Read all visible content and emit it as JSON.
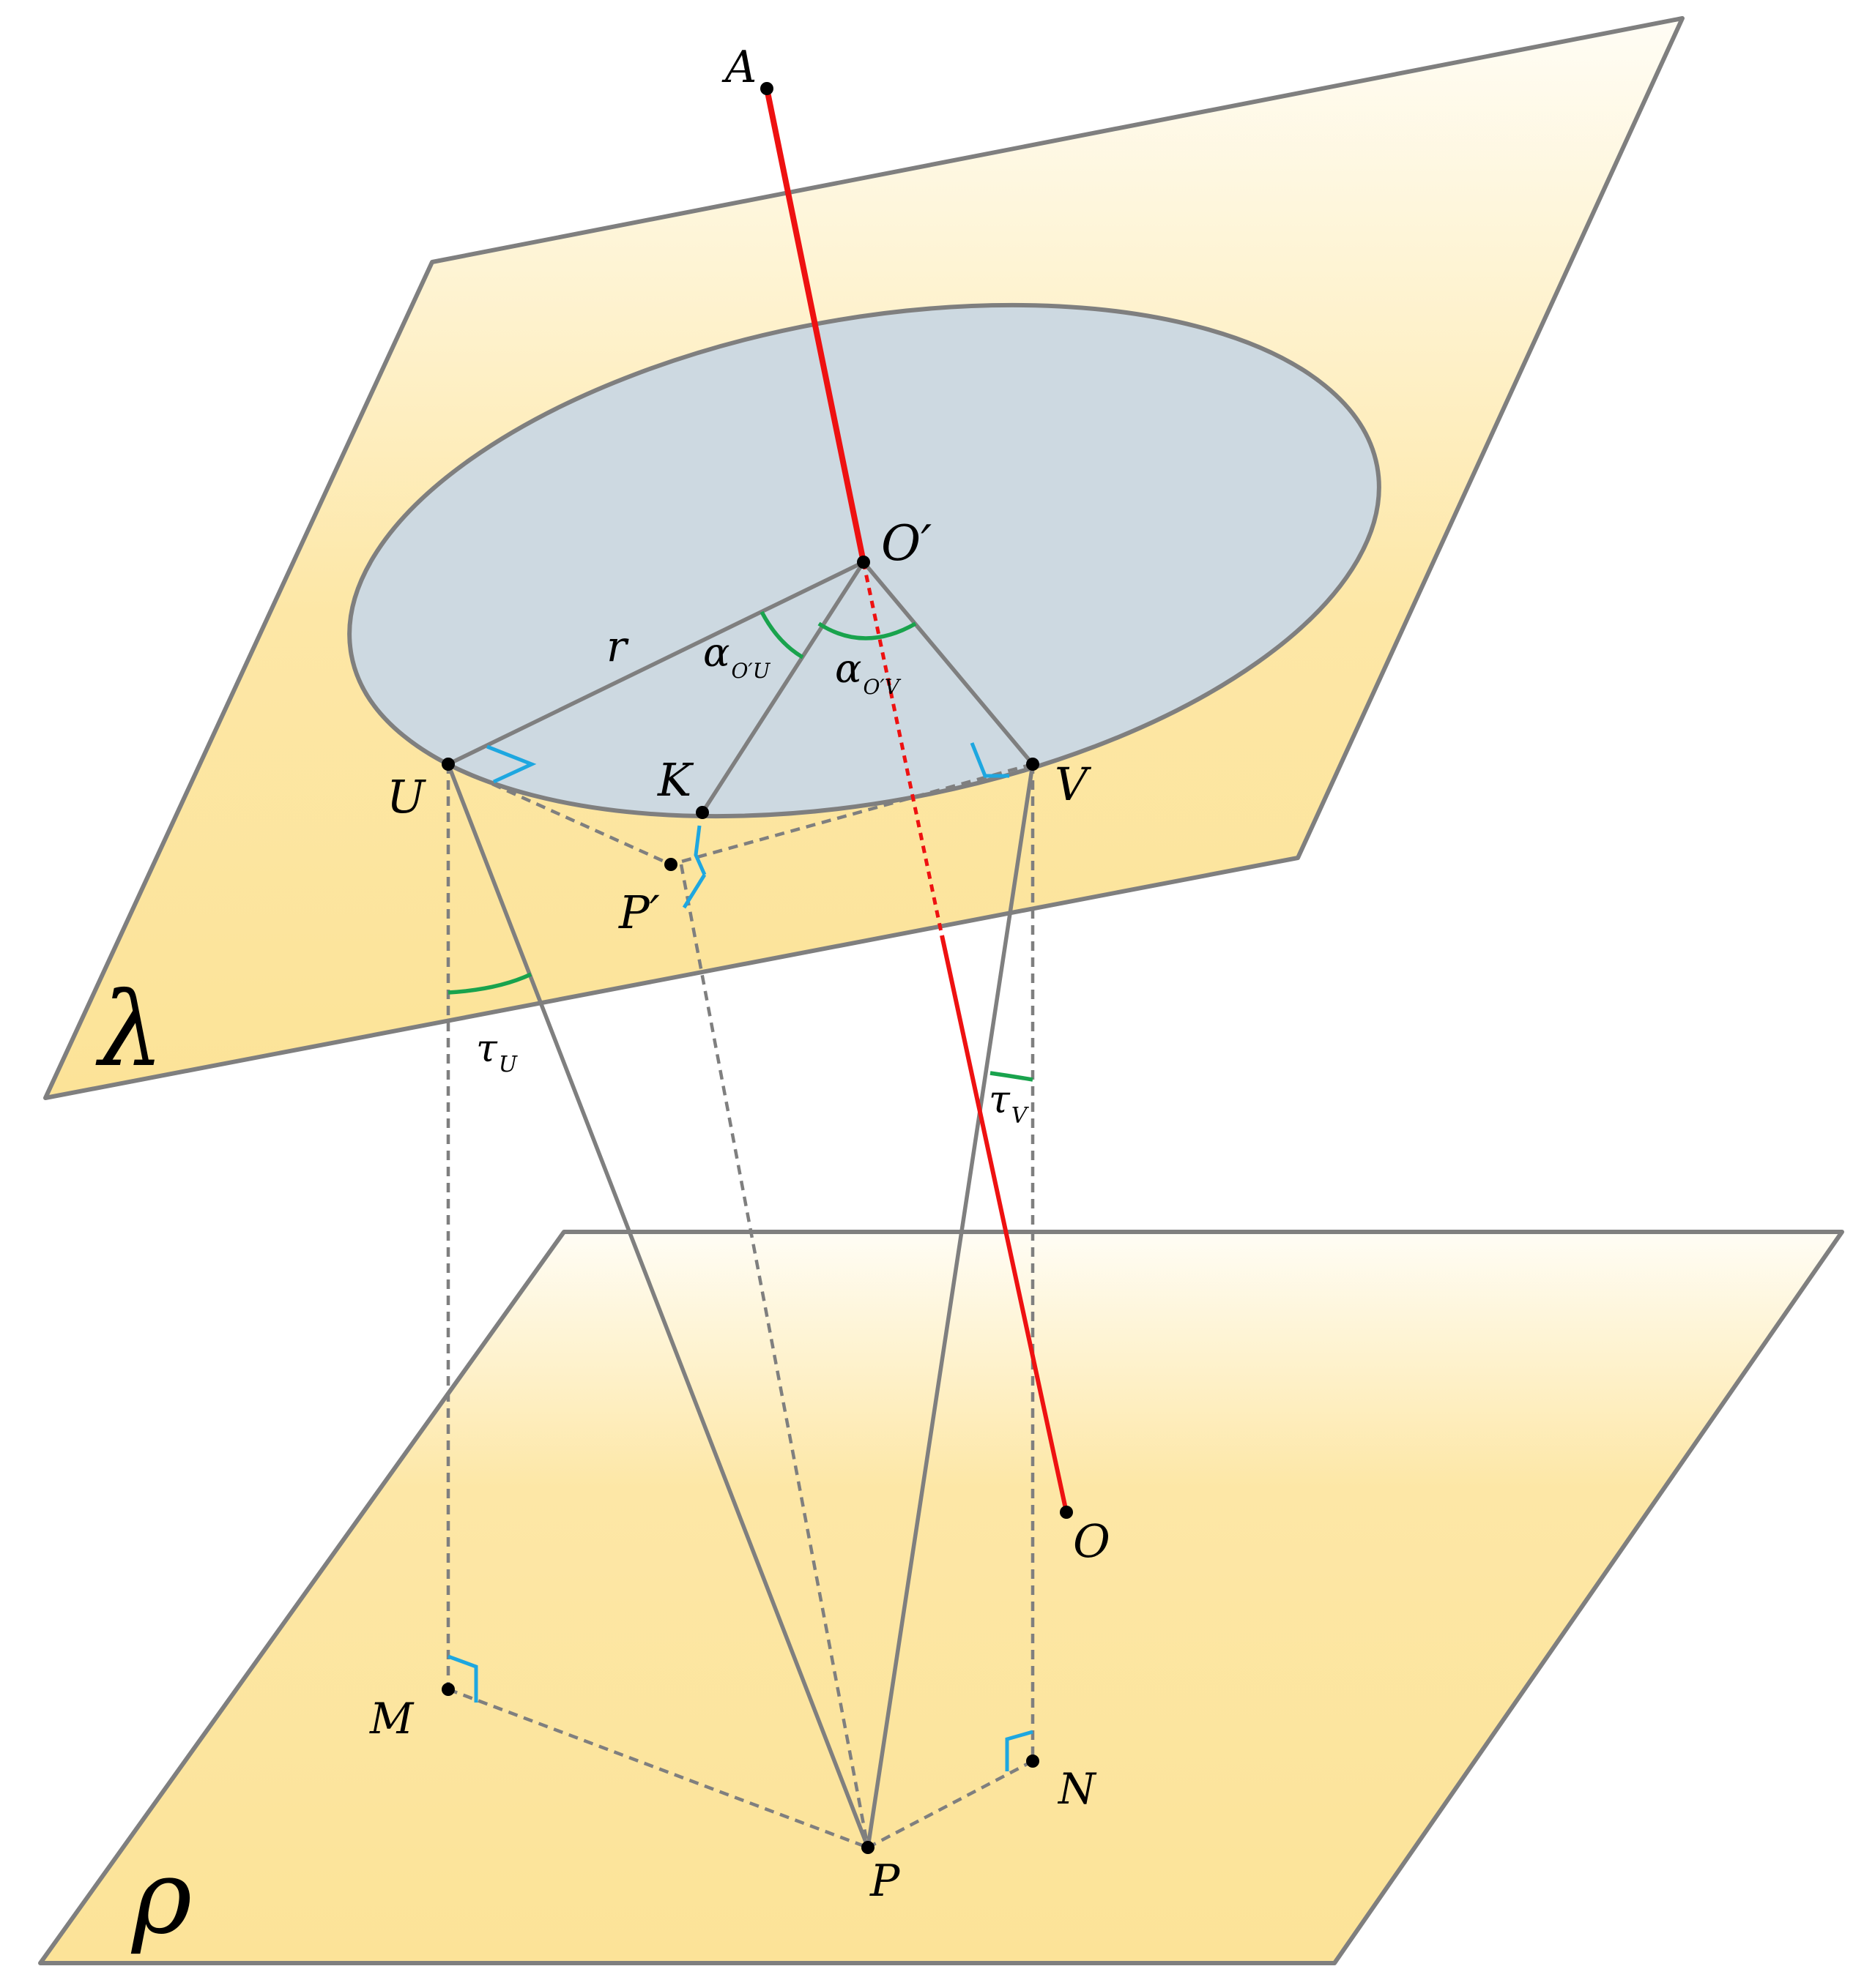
{
  "planes": {
    "upper": "λ",
    "lower": "ρ"
  },
  "points": {
    "A": "A",
    "O_prime": "O′",
    "U": "U",
    "V": "V",
    "K": "K",
    "P_prime": "P′",
    "O": "O",
    "M": "M",
    "N": "N",
    "P": "P"
  },
  "labels": {
    "radius": "r",
    "alpha": "α",
    "alpha_u_sub": "O′U",
    "alpha_v_sub": "O′V",
    "tau": "τ",
    "tau_u_sub": "U",
    "tau_v_sub": "V"
  },
  "colors": {
    "plane_top": "#fffdf5",
    "plane_fill": "#fce398",
    "plane_stroke": "#7f7f7f",
    "disk_fill": "#cdd9e1",
    "axis_line": "#ee1111",
    "angle_arc": "#19a34d",
    "right_angle_mark": "#1ea7e0",
    "construction_line": "#7f7f7f",
    "point": "#000000"
  }
}
